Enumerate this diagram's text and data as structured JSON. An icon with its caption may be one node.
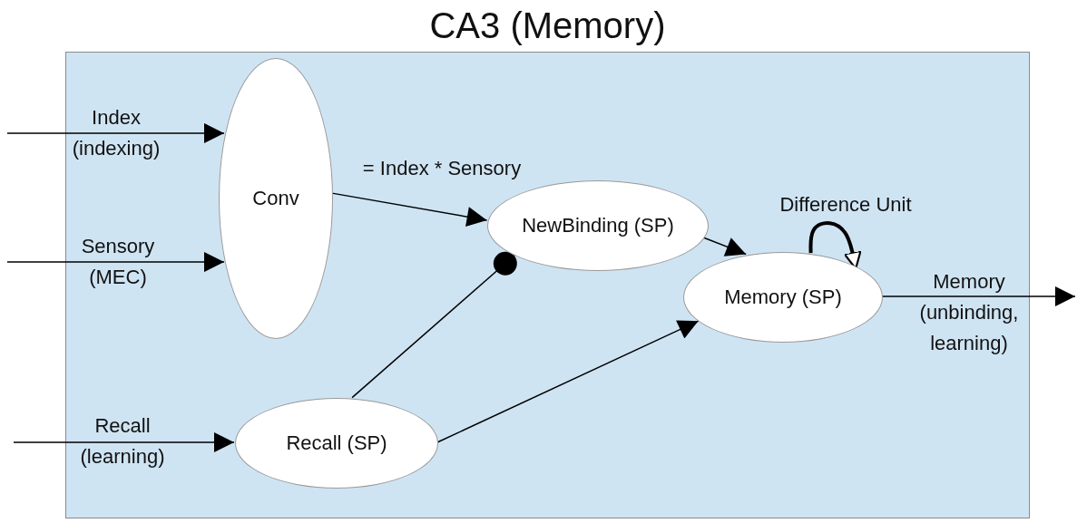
{
  "diagram": {
    "nodes": [
      {
        "text": [
          "CA3 (Memory)"
        ]
      },
      {
        "text": [
          "Conv"
        ],
        "in": 0
      },
      {
        "text": [
          "NewBinding (SP)"
        ],
        "in": 0
      },
      {
        "text": [
          "Memory (SP)"
        ],
        "in": 0
      },
      {
        "text": [
          "Recall (SP)"
        ],
        "in": 0
      }
    ],
    "edges": [
      {
        "from": null,
        "to": 1,
        "arrow": "to",
        "label": "Index (indexing)"
      },
      {
        "from": null,
        "to": 1,
        "arrow": "to",
        "label": "Sensory (MEC)"
      },
      {
        "from": null,
        "to": 4,
        "arrow": "to",
        "label": "Recall (learning)"
      },
      {
        "from": 1,
        "to": 2,
        "arrow": "to",
        "label": "= Index * Sensory"
      },
      {
        "from": 2,
        "to": 3,
        "arrow": "to"
      },
      {
        "from": 4,
        "to": 3,
        "arrow": "to"
      },
      {
        "from": 4,
        "to": 2,
        "arrow": "other"
      },
      {
        "from": 3,
        "to": null,
        "arrow": "to",
        "label": "Memory (unbinding, learning)"
      },
      {
        "from": 3,
        "to": 3,
        "arrow": "to",
        "label": "Difference Unit",
        "style": "thick"
      }
    ]
  }
}
